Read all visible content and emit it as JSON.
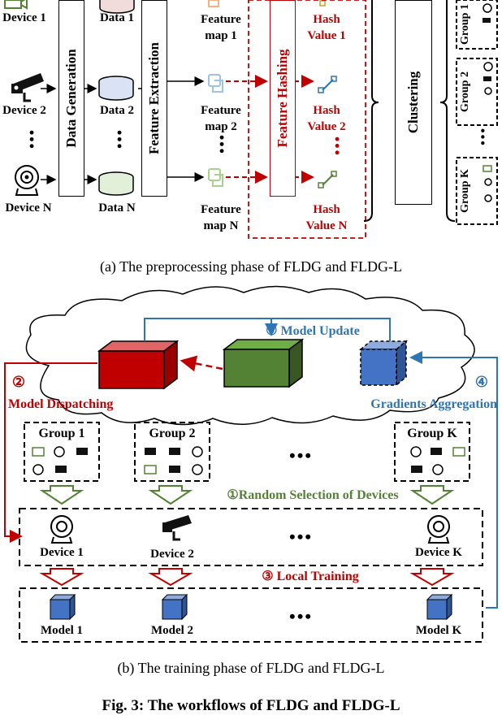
{
  "phase_a": {
    "devices": [
      "Device 1",
      "Device 2",
      "Device N"
    ],
    "data": [
      "Data 1",
      "Data 2",
      "Data N"
    ],
    "feature_maps": [
      "Feature map 1",
      "Feature map 2",
      "Feature map N"
    ],
    "hash_values": [
      "Hash Value 1",
      "Hash Value 2",
      "Hash Value N"
    ],
    "data_generation": "Data Generation",
    "feature_extraction": "Feature Extraction",
    "feature_hashing": "Feature Hashing",
    "clustering": "Clustering",
    "groups": [
      "Group 1",
      "Group 2",
      "Group K"
    ],
    "caption": "(a) The preprocessing phase of FLDG and FLDG-L"
  },
  "phase_b": {
    "step5": "⑤ Model Update",
    "step2": "②",
    "model_dispatching": "Model Dispatching",
    "step4": "④",
    "gradients_aggregation": "Gradients Aggregation",
    "groups": [
      "Group 1",
      "Group 2",
      "Group K"
    ],
    "step1": "①Random Selection of Devices",
    "devices": [
      "Device 1",
      "Device 2",
      "Device K"
    ],
    "step3": "③ Local Training",
    "models": [
      "Model 1",
      "Model 2",
      "Model K"
    ],
    "caption": "(b) The training phase of FLDG and FLDG-L",
    "ellipsis": "•••"
  },
  "figure_title": "Fig. 3: The workflows of FLDG and FLDG-L",
  "colors": {
    "red": "#c00000",
    "blue": "#2e75b6",
    "green": "#548235",
    "cube_red": "#c00000",
    "cube_green": "#548235",
    "cube_blue": "#4472c4"
  }
}
